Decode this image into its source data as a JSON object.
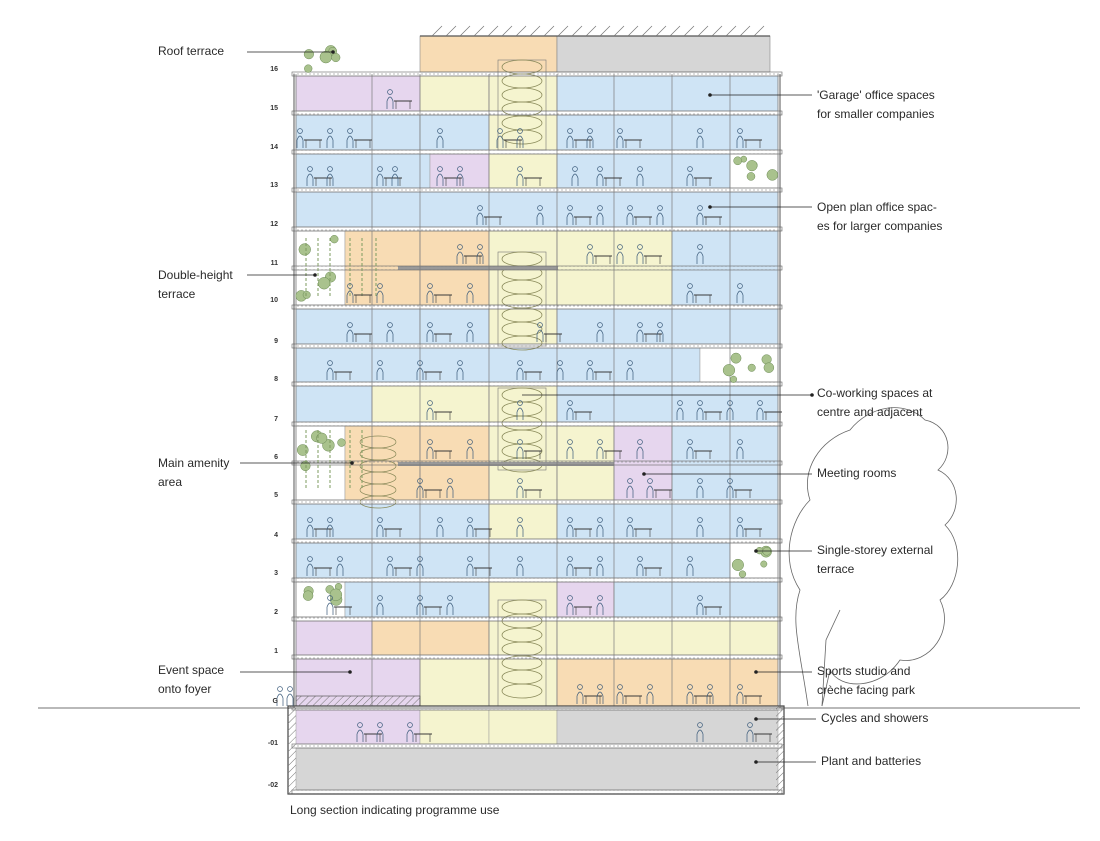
{
  "caption": "Long section indicating programme use",
  "labels": {
    "roof_terrace": "Roof terrace",
    "garage_offices": "'Garage' office spaces\nfor smaller companies",
    "open_plan": "Open plan office spac-\nes for larger companies",
    "double_height": "Double-height\nterrace",
    "coworking": "Co-working spaces at\ncentre and adjacent",
    "main_amenity": "Main amenity\narea",
    "meeting_rooms": "Meeting rooms",
    "single_storey": "Single-storey external\nterrace",
    "event_space": "Event space\nonto foyer",
    "sports_studio": "Sports studio and\ncrèche facing park",
    "cycles": "Cycles and showers",
    "plant": "Plant and batteries"
  },
  "levels": [
    "16",
    "15",
    "14",
    "13",
    "12",
    "11",
    "10",
    "9",
    "8",
    "7",
    "6",
    "5",
    "4",
    "3",
    "2",
    "1",
    "G",
    "-01",
    "-02"
  ],
  "colors": {
    "office": "#cfe4f5",
    "coworking": "#f5f4cf",
    "amenity": "#f8dcb4",
    "meeting": "#e6d6ee",
    "service": "#d6d6d6",
    "structure": "#8c8c8c",
    "ground_hatch": "#555555"
  }
}
